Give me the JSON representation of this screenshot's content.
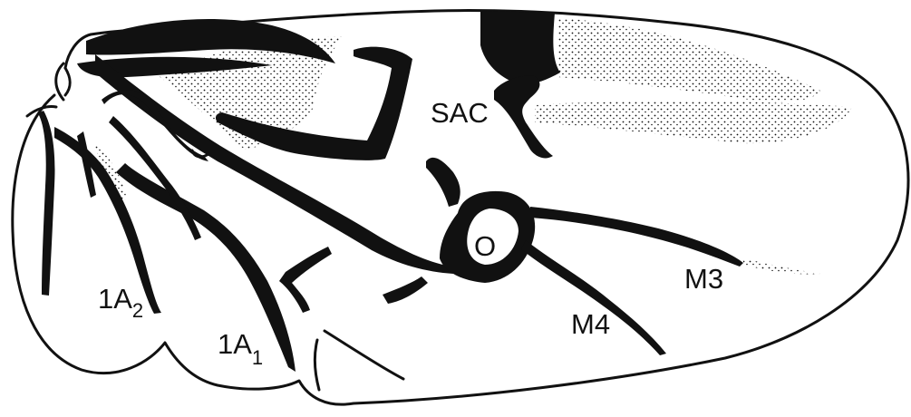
{
  "labels": {
    "sac": "SAC",
    "o": "O",
    "m3": "M3",
    "m4": "M4",
    "vein_1a1": {
      "base": "1A",
      "sub": "1"
    },
    "vein_1a2": {
      "base": "1A",
      "sub": "2"
    }
  },
  "colors": {
    "ink": "#111111",
    "background": "#ffffff"
  }
}
